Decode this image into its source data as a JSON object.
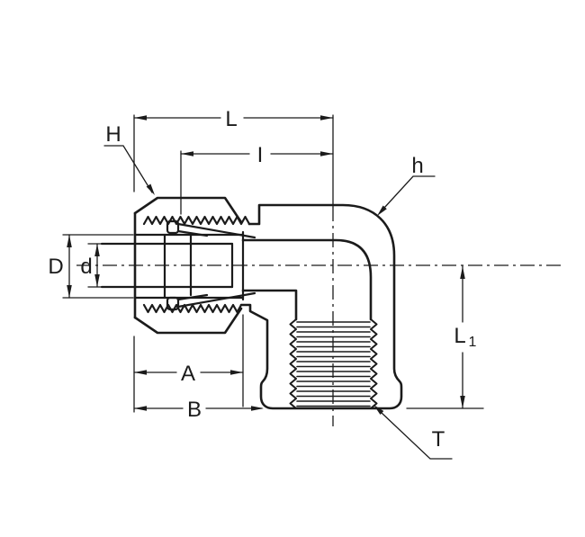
{
  "colors": {
    "background": "#ffffff",
    "line": "#1b1b1b"
  },
  "labels": {
    "L": "L",
    "I": "I",
    "H": "H",
    "h": "h",
    "D": "D",
    "d": "d",
    "A": "A",
    "B": "B",
    "T": "T",
    "L1_main": "L",
    "L1_sub": "1"
  }
}
